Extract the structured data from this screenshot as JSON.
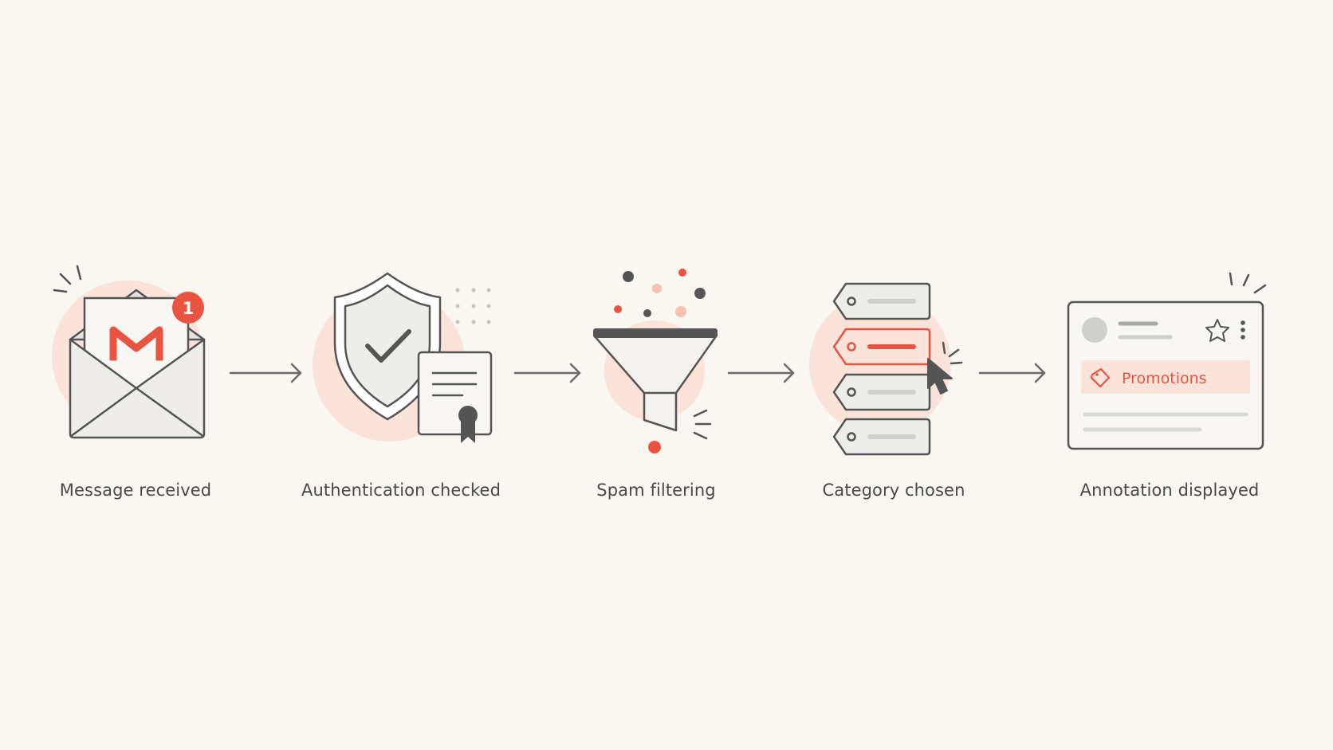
{
  "colors": {
    "background": "#faf7f2",
    "accent": "#e8543f",
    "accent_soft": "#fbe3d9",
    "ink": "#555555",
    "fill": "#ededea"
  },
  "icons": [
    "envelope-icon",
    "gmail-m-icon",
    "notification-badge-icon",
    "shield-check-icon",
    "certificate-icon",
    "funnel-icon",
    "category-tags-icon",
    "cursor-icon",
    "email-card-icon",
    "star-icon",
    "more-vert-icon",
    "tag-icon"
  ],
  "badge": {
    "count": "1"
  },
  "card": {
    "annotation": "Promotions"
  },
  "steps": [
    {
      "label": "Message received"
    },
    {
      "label": "Authentication checked"
    },
    {
      "label": "Spam filtering"
    },
    {
      "label": "Category chosen"
    },
    {
      "label": "Annotation displayed"
    }
  ]
}
